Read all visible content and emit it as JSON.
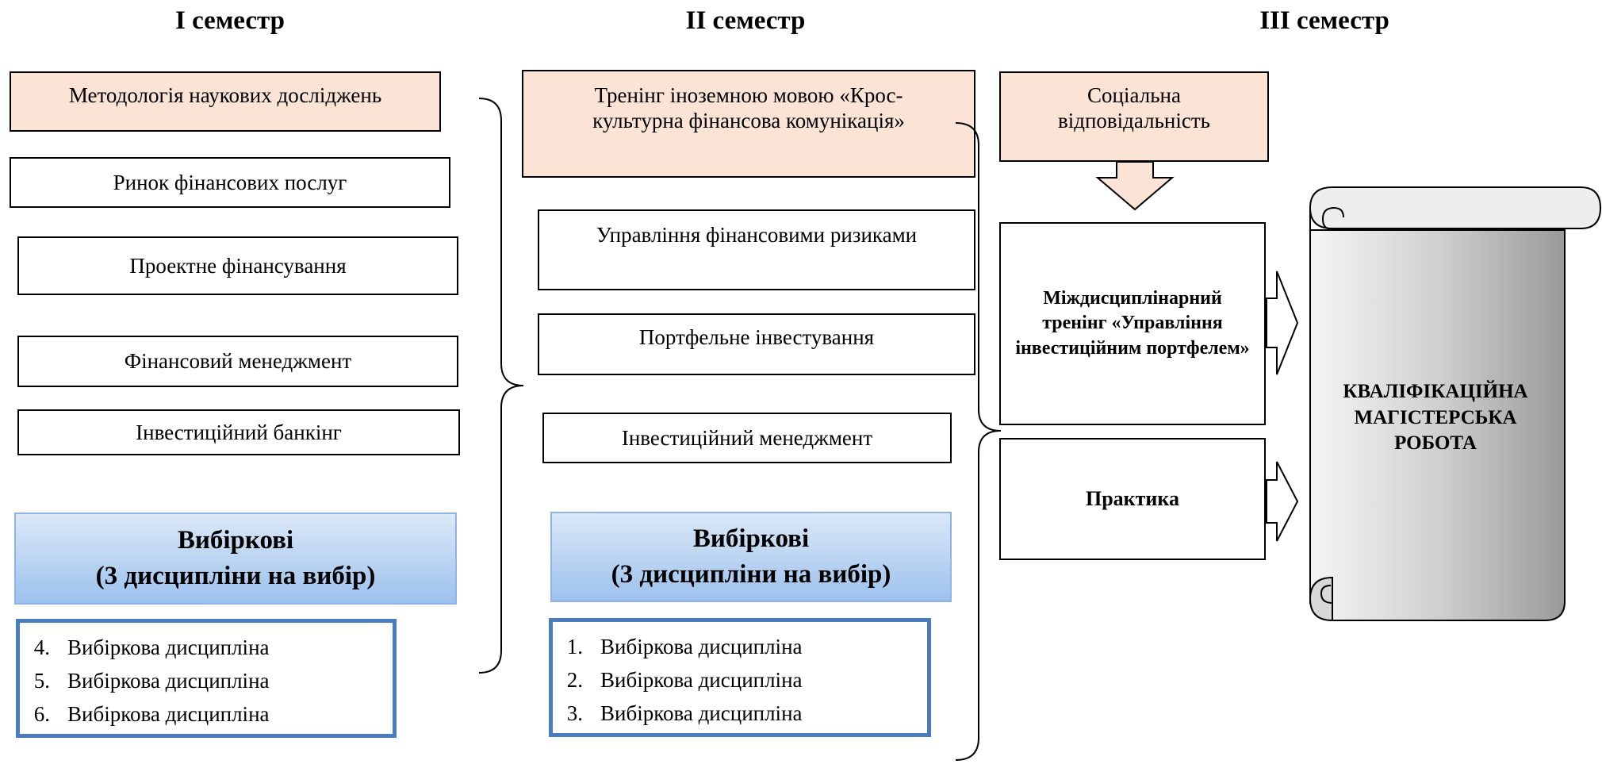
{
  "semesters": [
    {
      "title": "І семестр"
    },
    {
      "title": "ІІ семестр"
    },
    {
      "title": "ІІІ семестр"
    }
  ],
  "sem1": {
    "courses": [
      "Методологія наукових досліджень",
      "Ринок фінансових послуг",
      "Проектне фінансування",
      "Фінансовий менеджмент",
      "Інвестиційний банкінг"
    ],
    "elective_line1": "Вибіркові",
    "elective_line2": "(3 дисципліни на вибір)",
    "elective_items": [
      {
        "num": "4.",
        "label": "Вибіркова дисципліна"
      },
      {
        "num": "5.",
        "label": "Вибіркова дисципліна"
      },
      {
        "num": "6.",
        "label": "Вибіркова дисципліна"
      }
    ]
  },
  "sem2": {
    "courses": [
      "Тренінг іноземною мовою «Крос-культурна фінансова комунікація»",
      "Управління фінансовими ризиками",
      "Портфельне інвестування",
      "Інвестиційний менеджмент"
    ],
    "elective_line1": "Вибіркові",
    "elective_line2": "(3 дисципліни на вибір)",
    "elective_items": [
      {
        "num": "1.",
        "label": "Вибіркова дисципліна"
      },
      {
        "num": "2.",
        "label": "Вибіркова дисципліна"
      },
      {
        "num": "3.",
        "label": "Вибіркова дисципліна"
      }
    ]
  },
  "sem3": {
    "social": "Соціальна відповідальність",
    "training": "Міждисциплінарний тренінг «Управління інвестиційним портфелем»",
    "practice": "Практика",
    "thesis": "КВАЛІФІКАЦІЙНА МАГІСТЕРСЬКА РОБОТА"
  },
  "colors": {
    "peach": "#fbe4d5",
    "elective_blue": "#b9d3f1",
    "list_border": "#4a7bbd",
    "scroll_gray": "#c8c8c8"
  }
}
